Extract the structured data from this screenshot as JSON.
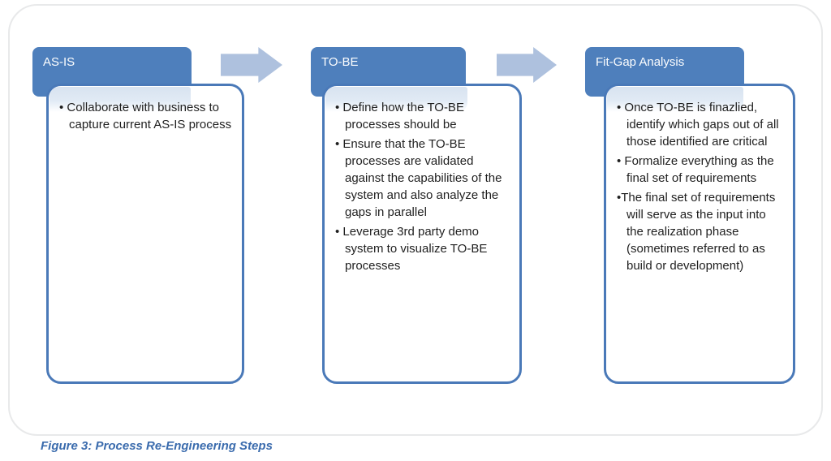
{
  "figure": {
    "caption": "Figure 3: Process Re-Engineering Steps"
  },
  "steps": [
    {
      "title": "AS-IS",
      "bullets": [
        "• Collaborate with business to capture current AS-IS process"
      ]
    },
    {
      "title": "TO-BE",
      "bullets": [
        "• Define how the TO-BE processes should be",
        "• Ensure that the TO-BE processes are validated against the capabilities of the system and also analyze the gaps in parallel",
        "• Leverage 3rd party demo system to visualize TO-BE processes"
      ]
    },
    {
      "title": "Fit-Gap Analysis",
      "bullets": [
        "• Once TO-BE is finazlied, identify which gaps out of all those identified are critical",
        "• Formalize everything as the final set of requirements",
        "•The final set of requirements will serve as the input into the realization phase (sometimes referred to as build or development)"
      ]
    }
  ],
  "icons": {
    "flow_arrow": "right-block-arrow"
  },
  "colors": {
    "header": "#4e7fbc",
    "body_border": "#4a79b8",
    "strip": "#dce6f3",
    "arrow": "#aec1de",
    "text": "#1f1f1f",
    "caption": "#3a6bad",
    "frame_border": "#e8e9ea"
  }
}
